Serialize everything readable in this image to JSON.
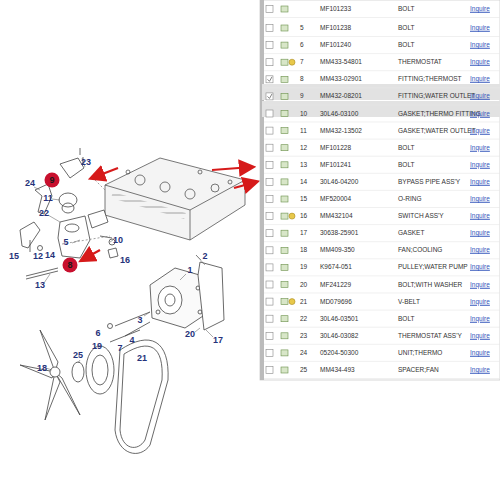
{
  "diagram": {
    "nodes": [
      {
        "text": [
          "9"
        ]
      },
      {
        "text": [
          "8"
        ]
      }
    ],
    "labels": [
      "23",
      "24",
      "11",
      "22",
      "10",
      "14",
      "15",
      "12",
      "5",
      "16",
      "13",
      "3",
      "1",
      "2",
      "4",
      "6",
      "7",
      "25",
      "19",
      "21",
      "20",
      "17",
      "18",
      "MF101233",
      "BOLT",
      "Inquire",
      "5",
      "MF101238",
      "BOLT",
      "Inquire",
      "6",
      "MF101240",
      "BOLT",
      "Inquire",
      "7",
      "MM433-54801",
      "THERMOSTAT",
      "Inquire",
      "8",
      "MM433-02901",
      "FITTING;THERMOST",
      "Inquire",
      "9",
      "MM432-08201",
      "FITTING;WATER OUTLET",
      "Inquire",
      "10",
      "30L46-03100",
      "GASKET;THERMO FITTING",
      "Inquire",
      "11",
      "MM432-13502",
      "GASKET;WATER OUTLET",
      "Inquire",
      "12",
      "MF101228",
      "BOLT",
      "Inquire",
      "13",
      "MF101241",
      "BOLT",
      "Inquire",
      "14",
      "30L46-04200",
      "BYPASS PIPE ASS'Y",
      "Inquire",
      "15",
      "MF520004",
      "O-RING",
      "Inquire",
      "16",
      "MM432104",
      "SWITCH ASS'Y",
      "Inquire",
      "17",
      "30638-25901",
      "GASKET",
      "Inquire",
      "18",
      "MM409-350",
      "FAN;COOLING",
      "Inquire",
      "19",
      "K9674-051",
      "PULLEY;WATER PUMP",
      "Inquire",
      "20",
      "MF241229",
      "BOLT;WITH WASHER",
      "Inquire",
      "21",
      "MD079696",
      "V-BELT",
      "Inquire",
      "22",
      "30L46-03501",
      "BOLT",
      "Inquire",
      "23",
      "30L46-03082",
      "THERMOSTAT ASS'Y",
      "Inquire",
      "24",
      "05204-50300",
      "UNIT;THERMO",
      "Inquire",
      "25",
      "MM434-493",
      "SPACER;FAN",
      "Inquire"
    ]
  }
}
